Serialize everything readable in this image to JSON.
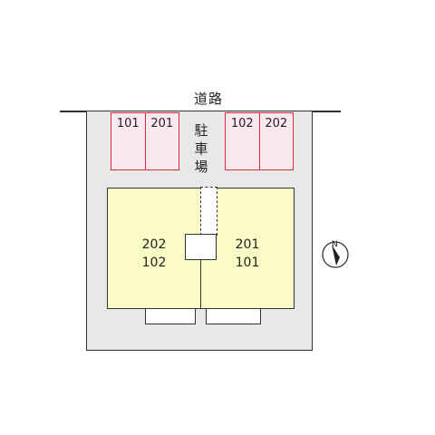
{
  "road": {
    "label": "道路"
  },
  "parking": {
    "label": "駐車場",
    "left_spaces": [
      "101",
      "201"
    ],
    "right_spaces": [
      "102",
      "202"
    ]
  },
  "units": {
    "left": {
      "upper": "202",
      "lower": "102"
    },
    "right": {
      "upper": "201",
      "lower": "101"
    }
  },
  "compass": {
    "label": "N",
    "icon": "north-arrow-icon"
  },
  "colors": {
    "parking_border": "#d9283d",
    "parking_fill": "#fce9ef",
    "building_fill": "#fbfbc6",
    "lot_fill": "#e8e8e8"
  }
}
